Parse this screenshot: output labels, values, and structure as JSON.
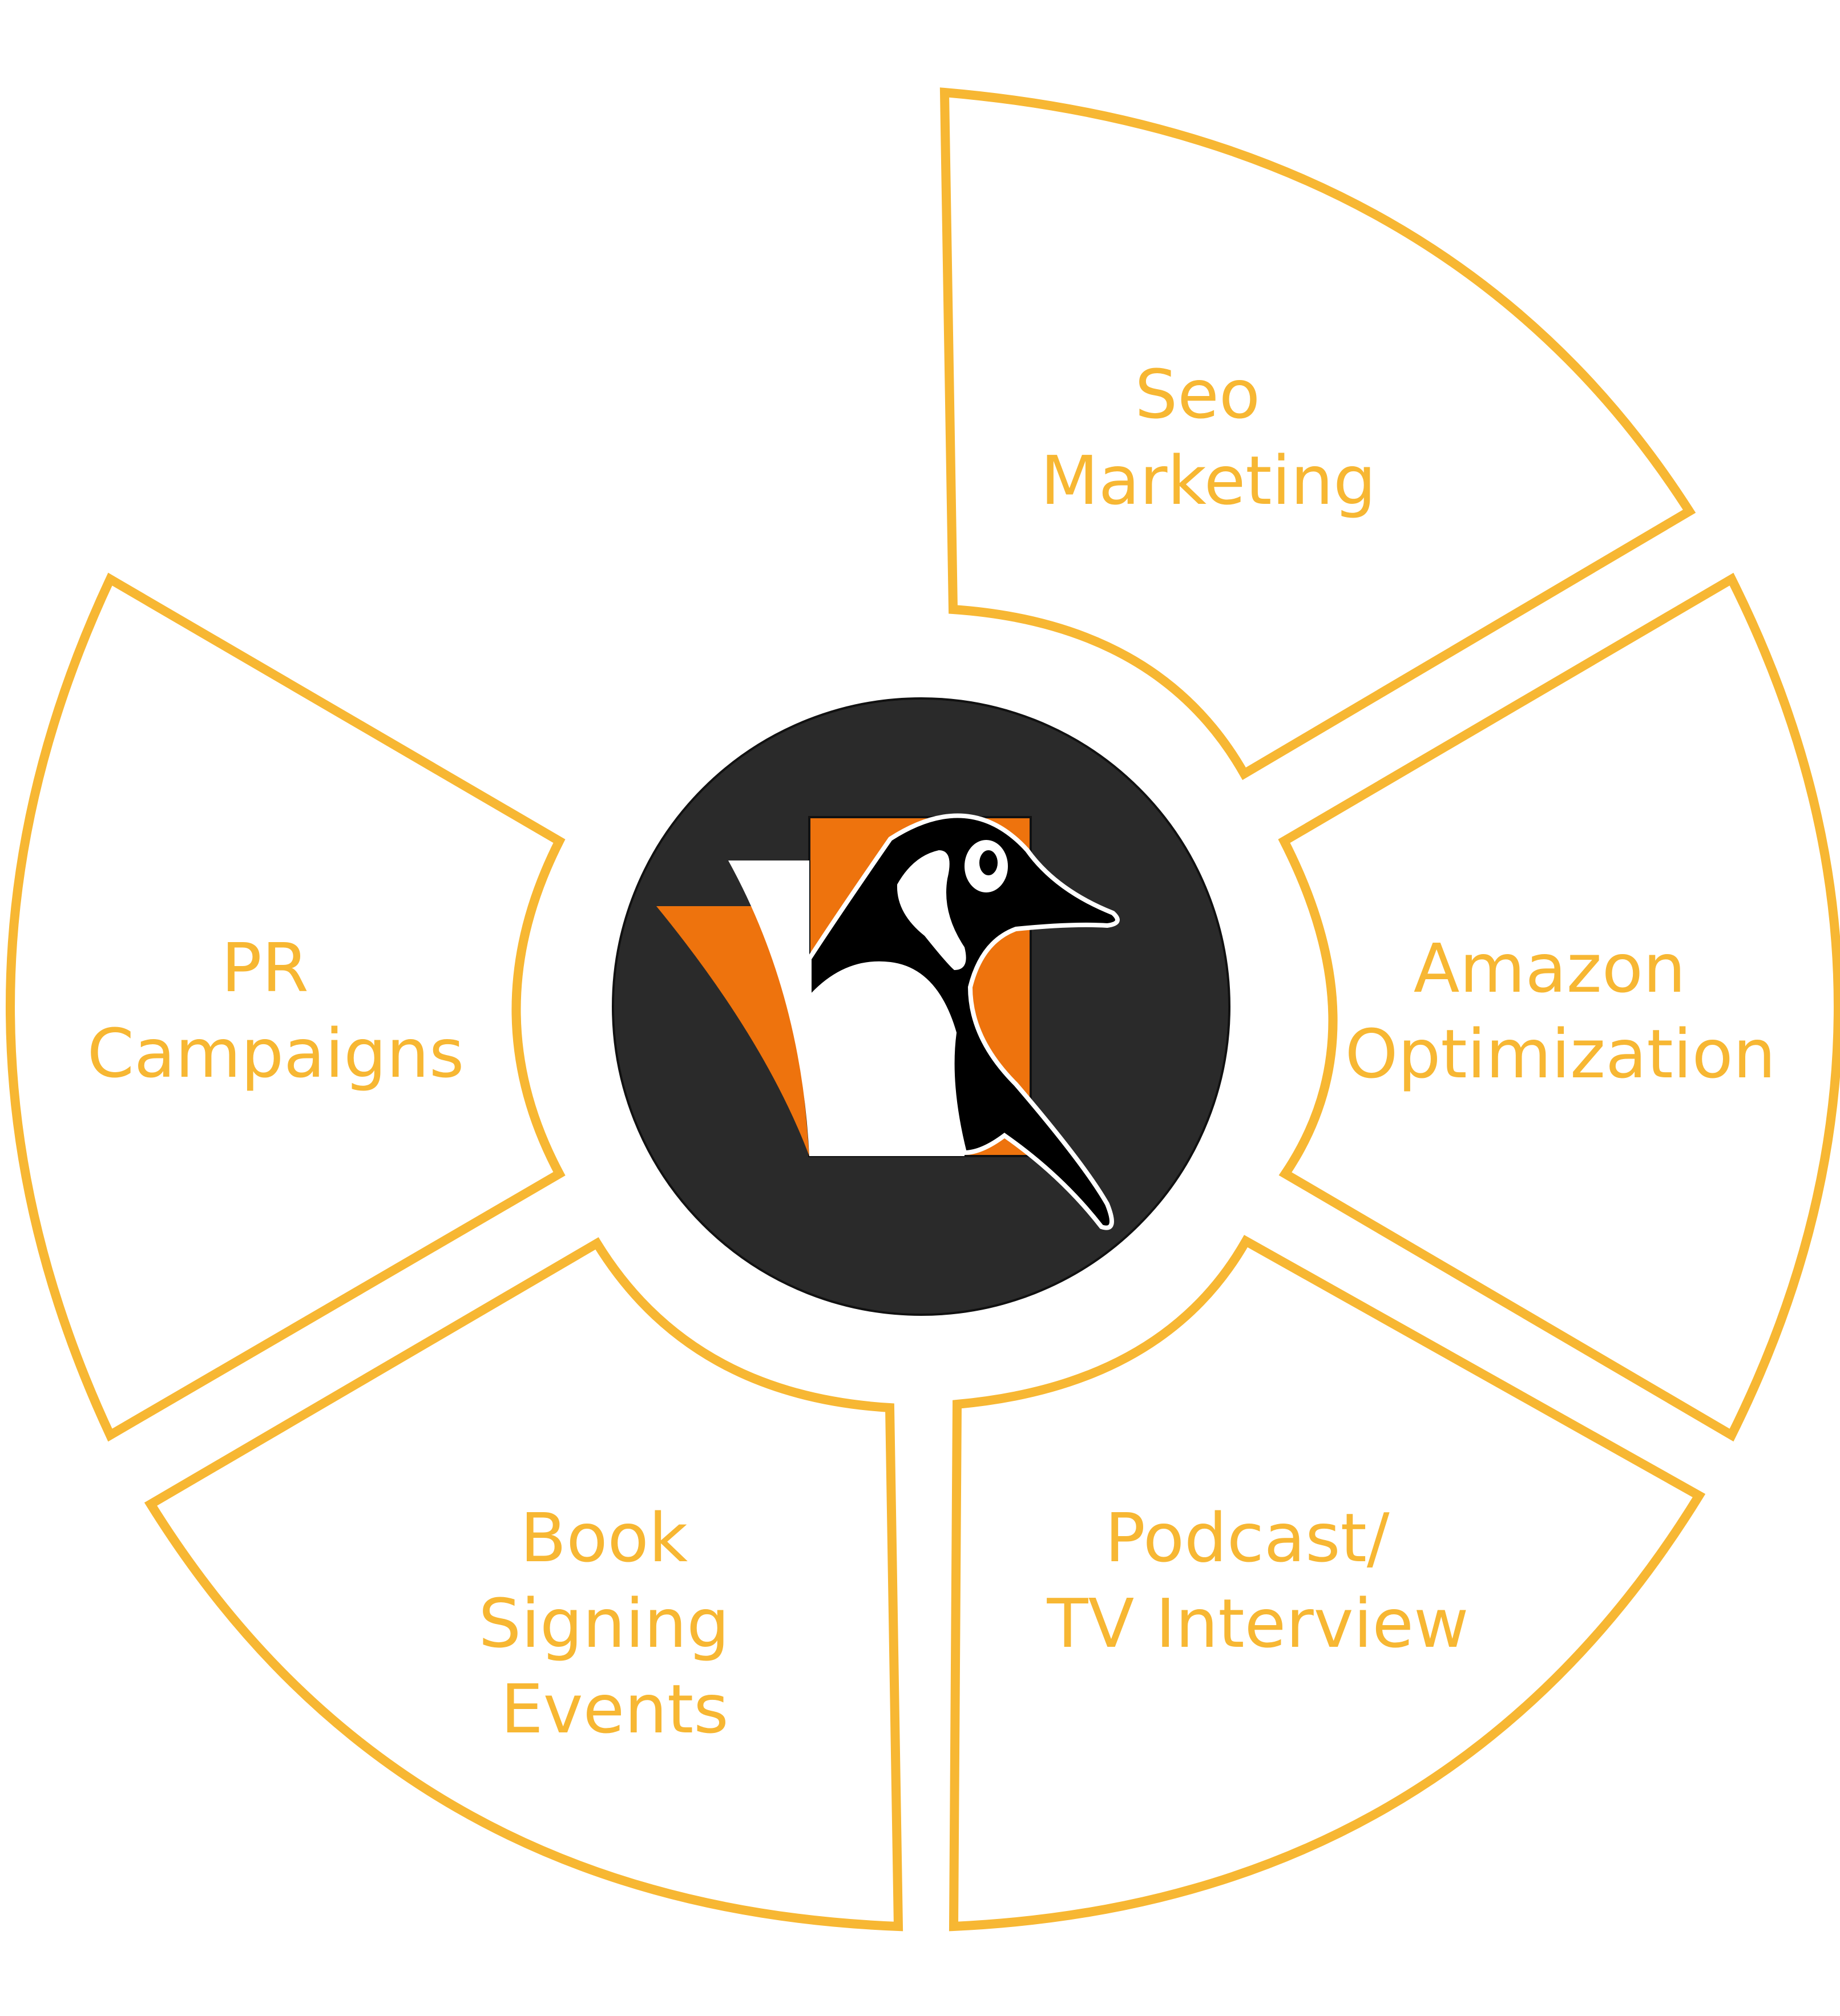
{
  "colors": {
    "accent": "#F7B733",
    "hub": "#2A2A2A",
    "logo_orange": "#EE730D",
    "logo_white": "#FFFFFF",
    "logo_black": "#000000"
  },
  "logo": {
    "icon": "penguin-book-logo-icon"
  },
  "segments": [
    {
      "id": "seo-marketing",
      "lines": [
        "Seo",
        "Marketing"
      ]
    },
    {
      "id": "amazon-optimization",
      "lines": [
        "Amazon",
        "Optimization"
      ]
    },
    {
      "id": "podcast-tv-interview",
      "lines": [
        "Podcast/",
        "TV Interview"
      ]
    },
    {
      "id": "book-signing-events",
      "lines": [
        "Book",
        "Signing",
        "Events"
      ]
    },
    {
      "id": "pr-campaigns",
      "lines": [
        "PR",
        "Campaigns"
      ]
    }
  ]
}
